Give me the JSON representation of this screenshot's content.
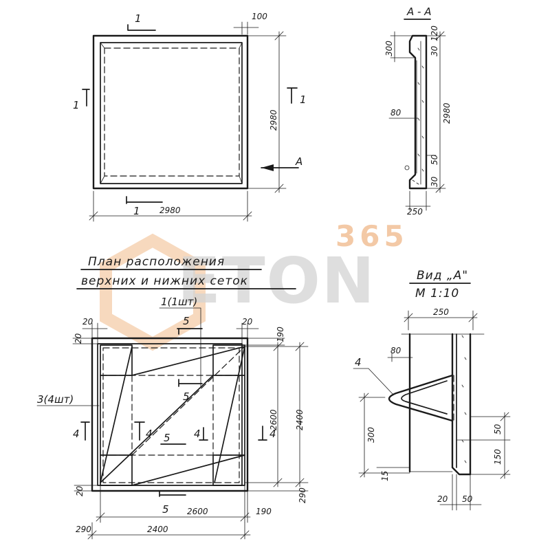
{
  "watermark": {
    "number": "365",
    "word": "ETON",
    "accent_color": "#f3c9a6",
    "word_color": "#d4d4d4"
  },
  "top_plan": {
    "section_mark": "1",
    "dim_width": "2980",
    "dim_height": "2980",
    "dim_top": "100",
    "view_arrow": "A"
  },
  "section_view": {
    "title": "А - А",
    "dim_top": "300",
    "dim_top_right": "120",
    "dim_top_right2": "30",
    "dim_mid": "80",
    "dim_height": "2980",
    "dim_low": "50",
    "dim_bottom_right": "30",
    "dim_bottom": "250"
  },
  "mesh_plan": {
    "title_line1": "План расположения",
    "title_line2": "верхних и нижних сеток",
    "callout_top": "1(1шт)",
    "callout_left": "3(4шт)",
    "label_5": "5",
    "label_4": "4",
    "dim_20": "20",
    "dim_190": "190",
    "dim_2600": "2600",
    "dim_2400": "2400",
    "dim_290": "290"
  },
  "detail_view": {
    "title_line1": "Вид „А\"",
    "title_line2": "М 1:10",
    "callout": "4",
    "dim_250": "250",
    "dim_80": "80",
    "dim_300": "300",
    "dim_15": "15",
    "dim_50": "50",
    "dim_150": "150",
    "dim_20": "20"
  }
}
